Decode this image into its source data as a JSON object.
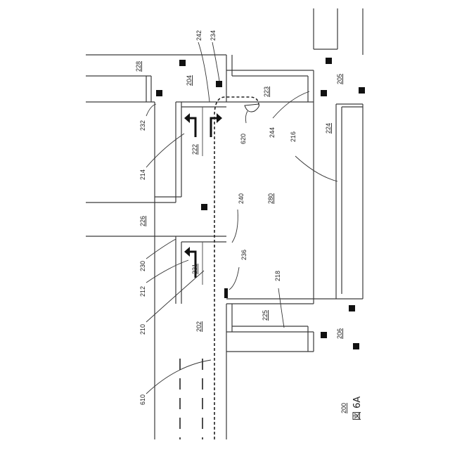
{
  "figure": {
    "title": "図 6A",
    "ref": "200"
  },
  "labels": {
    "l202": "202",
    "l204": "204",
    "l205": "205",
    "l206": "206",
    "l210": "210",
    "l212": "212",
    "l214": "214",
    "l216": "216",
    "l218": "218",
    "l221": "221",
    "l222": "222",
    "l223": "223",
    "l224": "224",
    "l225": "225",
    "l226": "226",
    "l228": "228",
    "l230": "230",
    "l232": "232",
    "l234": "234",
    "l236": "236",
    "l240": "240",
    "l242": "242",
    "l244": "244",
    "l280": "280",
    "l610": "610",
    "l620": "620"
  }
}
